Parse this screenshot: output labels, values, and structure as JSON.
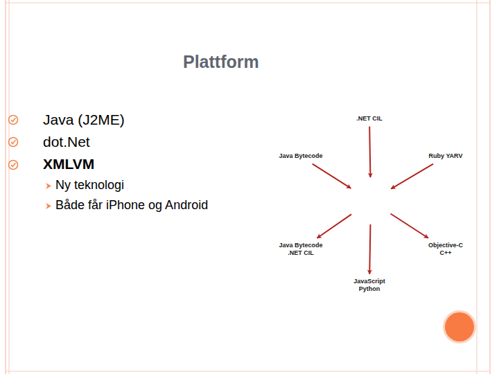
{
  "diagram": {
    "title": "Plattform",
    "nodes": [
      {
        "text": [
          ".NET CIL"
        ]
      },
      {
        "text": [
          "Java Bytecode"
        ]
      },
      {
        "text": [
          "Ruby YARV"
        ]
      },
      {
        "text": [
          "XMLVM"
        ]
      },
      {
        "text": [
          "Java Bytecode .NET CIL"
        ]
      },
      {
        "text": [
          "Objective-C C++"
        ]
      },
      {
        "text": [
          "JavaScript Python"
        ]
      }
    ],
    "edges": [
      {
        "from": 0,
        "to": 3,
        "arrow": "to"
      },
      {
        "from": 1,
        "to": 3,
        "arrow": "to"
      },
      {
        "from": 2,
        "to": 3,
        "arrow": "to"
      },
      {
        "from": 3,
        "to": 4,
        "arrow": "to"
      },
      {
        "from": 3,
        "to": 5,
        "arrow": "to"
      },
      {
        "from": 3,
        "to": 6,
        "arrow": "to"
      }
    ],
    "labels": [
      "Java (J2ME)",
      "dot.Net",
      "XMLVM",
      "Ny teknologi",
      "Både får iPhone og Android"
    ]
  }
}
